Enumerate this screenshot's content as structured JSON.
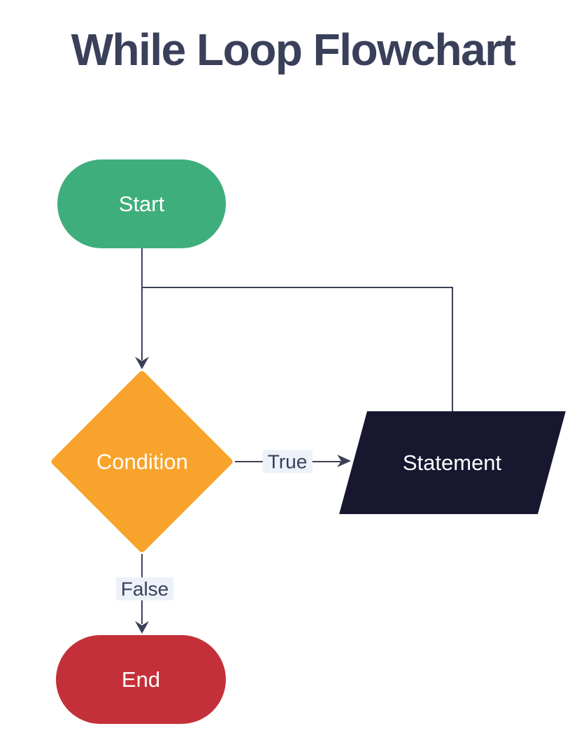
{
  "page": {
    "title": "While Loop Flowchart",
    "background": "#ffffff",
    "title_color": "#3a4059"
  },
  "diagram": {
    "type": "flowchart",
    "edge_color": "#3b4058",
    "edge_label_bg": "#edf1f9",
    "nodes": [
      {
        "id": "start",
        "label": "Start",
        "shape": "stadium",
        "fill": "#3fae7d",
        "text_color": "#ffffff"
      },
      {
        "id": "condition",
        "label": "Condition",
        "shape": "diamond",
        "fill": "#f8a32b",
        "text_color": "#ffffff"
      },
      {
        "id": "statement",
        "label": "Statement",
        "shape": "parallelogram",
        "fill": "#171730",
        "text_color": "#ffffff"
      },
      {
        "id": "end",
        "label": "End",
        "shape": "stadium",
        "fill": "#c43039",
        "text_color": "#ffffff"
      }
    ],
    "edges": [
      {
        "from": "start",
        "to": "condition",
        "label": ""
      },
      {
        "from": "condition",
        "to": "statement",
        "label": "True"
      },
      {
        "from": "statement",
        "to": "condition",
        "label": ""
      },
      {
        "from": "condition",
        "to": "end",
        "label": "False"
      }
    ]
  }
}
